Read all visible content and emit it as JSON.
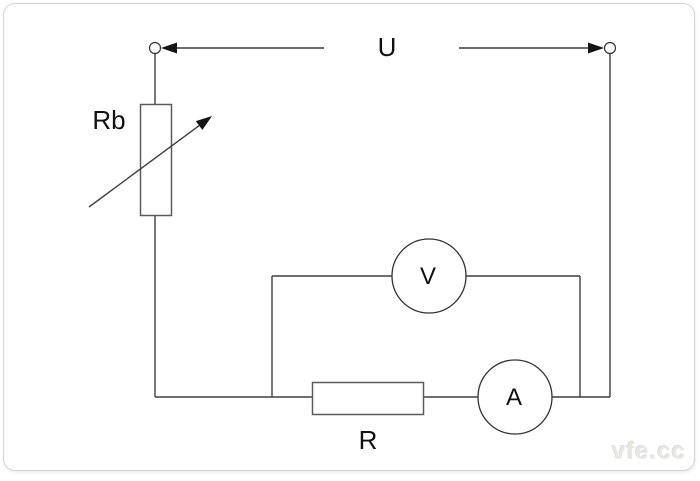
{
  "window": {
    "background": "#ffffff",
    "card_border": "#d5d5d5"
  },
  "diagram": {
    "type": "circuit-schematic",
    "description": "Series circuit: supply voltage U across rheostat Rb and resistor R with ammeter A in series; voltmeter V connected in parallel across R and A branch",
    "labels": {
      "voltage": "U",
      "rheostat": "Rb",
      "voltmeter": "V",
      "ammeter": "A",
      "resistor": "R"
    },
    "watermark": "vfe.cc",
    "colors": {
      "wire": "#3f3f3f",
      "component_stroke": "#5b5b5b",
      "arrow_fill": "#141414",
      "label_text": "#111111",
      "watermark_text": "#e7e7e3"
    }
  }
}
